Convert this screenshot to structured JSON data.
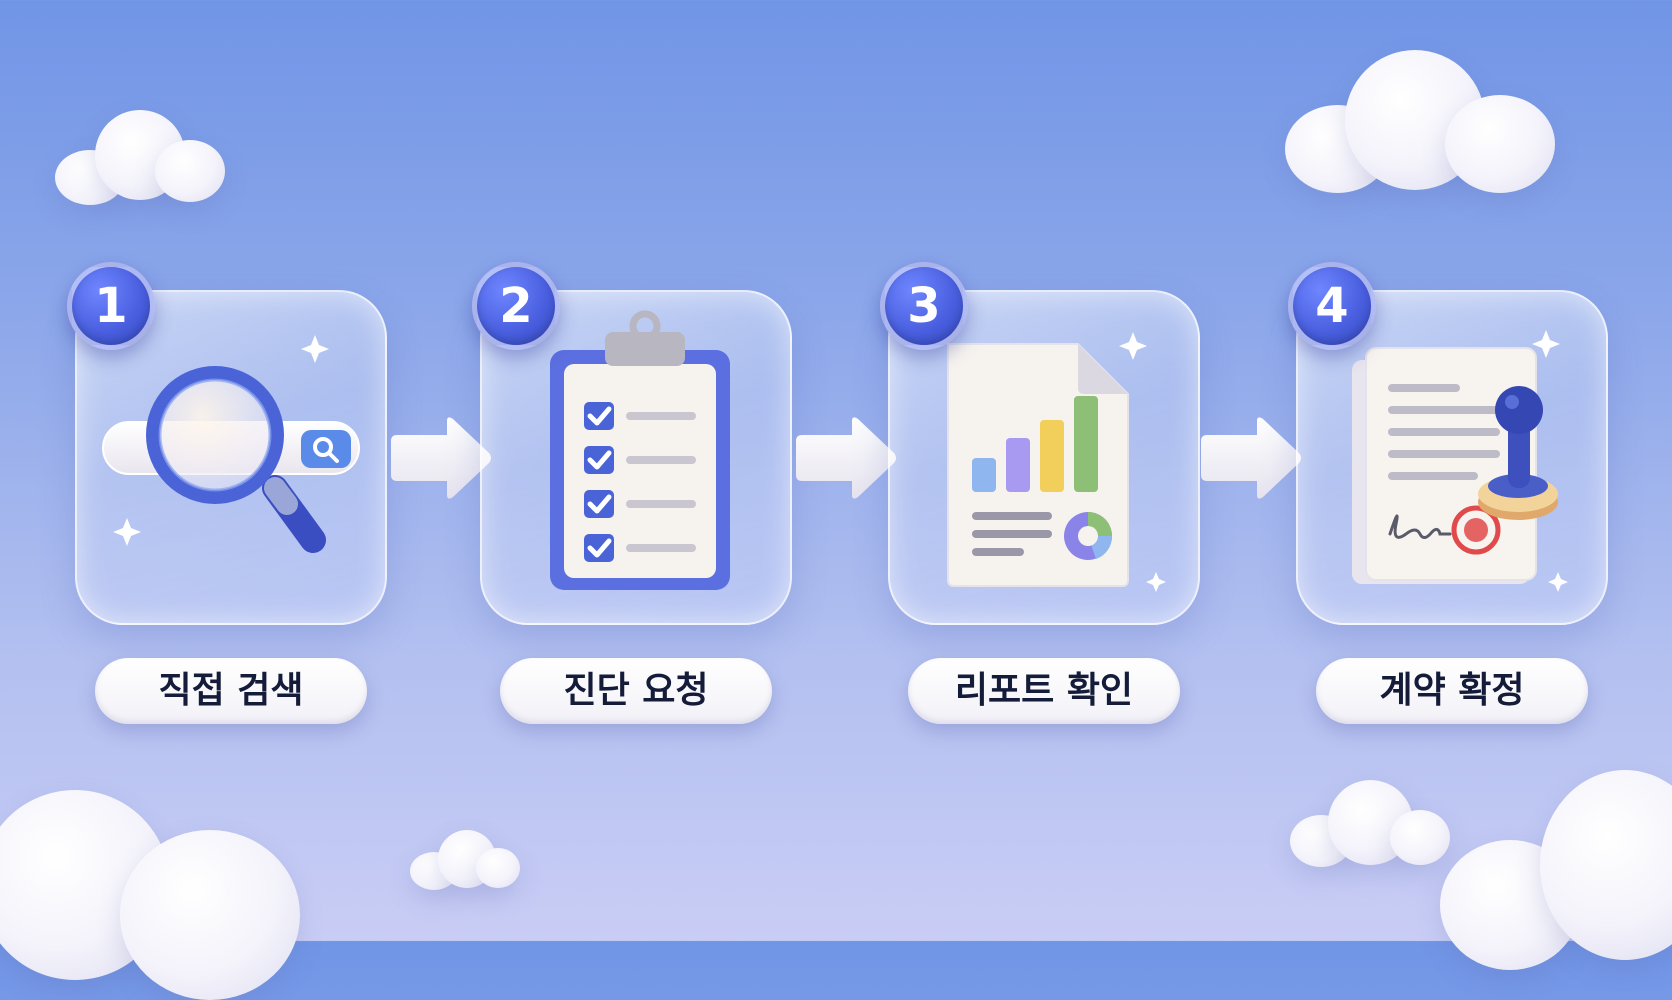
{
  "steps": [
    {
      "number": "1",
      "label": "직접 검색",
      "icon": "magnifier-search-icon"
    },
    {
      "number": "2",
      "label": "진단 요청",
      "icon": "clipboard-checklist-icon"
    },
    {
      "number": "3",
      "label": "리포트 확인",
      "icon": "report-chart-icon"
    },
    {
      "number": "4",
      "label": "계약 확정",
      "icon": "contract-stamp-icon"
    }
  ],
  "colors": {
    "badge": "#4a60e0",
    "accent_blue": "#5b6fe0",
    "bar_blue": "#8fb6ee",
    "bar_purple": "#a89af0",
    "bar_yellow": "#f2cf5a",
    "bar_green": "#8dbf76",
    "seal_red": "#e04a4a",
    "label_text": "#141c3a"
  }
}
